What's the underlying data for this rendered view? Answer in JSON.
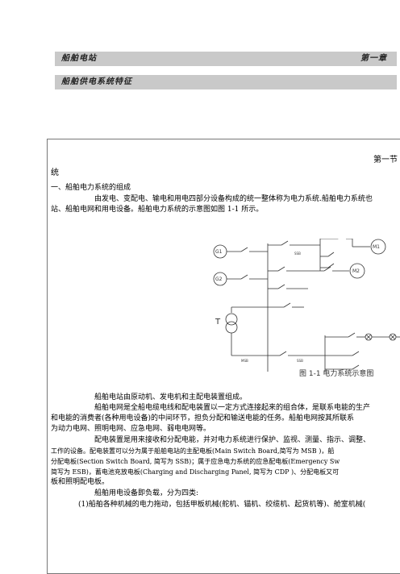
{
  "header": {
    "book_title": "船舶电站",
    "chapter": "第一章",
    "section": "船舶供电系统特征"
  },
  "doc": {
    "corner_title": "第一节",
    "corner_cont": "统",
    "h1": "一、船舶电力系统的组成",
    "p1_l1": "由发电、变配电、输电和用电四部分设备构成的统一整体称为电力系统.船舶电力系统也",
    "p1_l2": "站、船舶电网和用电设备。船舶电力系统的示意图如图 1-1 所示。",
    "p2": "船舶电站由原动机、发电机和主配电装置组成。",
    "p3_l1": "船舶电网是全船电缆电线和配电装置以一定方式连接起来的组合体，是联系电能的生产",
    "p3_l2": "和电能的消费者(各种用电设备)的中间环节，担负分配和输送电能的任务。船舶电网按其所联系",
    "p3_l3": "为动力电网、照明电网、应急电网、弱电电网等。",
    "p4_l1": "配电装置是用来接收和分配电能，并对电力系统进行保护、监视、测量、指示、调整、",
    "p4_l2": "工作的设备。配电装置可以分为属于船舶电站的主配电板(Main Switch Board,简写为 MSB )，船",
    "p4_l3": "分配电板(Section Switch Board, 简写为 SSB)；属于应急电力系统的应急配电板(Emergency Sw",
    "p4_l4": "简写为 ESB)，蓄电池充放电板(Charging and Discharging Panel, 简写为 CDP )、分配电板又可",
    "p4_l5": "板和照明配电板。",
    "p5": "船舶用电设备即负载，分为四类:",
    "p6": "(1)船舶各种机械的电力拖动，包括甲板机械(舵机、锚机、绞缆机、起货机等)、舱室机械("
  },
  "figure": {
    "caption": "图 1-1  电力系统示意图",
    "g1": "G1",
    "g2": "G2",
    "m1": "M1",
    "m2": "M2",
    "t": "T",
    "ssb_top": "SSB",
    "msb": "MSB",
    "ssb_bottom": "SSB"
  }
}
